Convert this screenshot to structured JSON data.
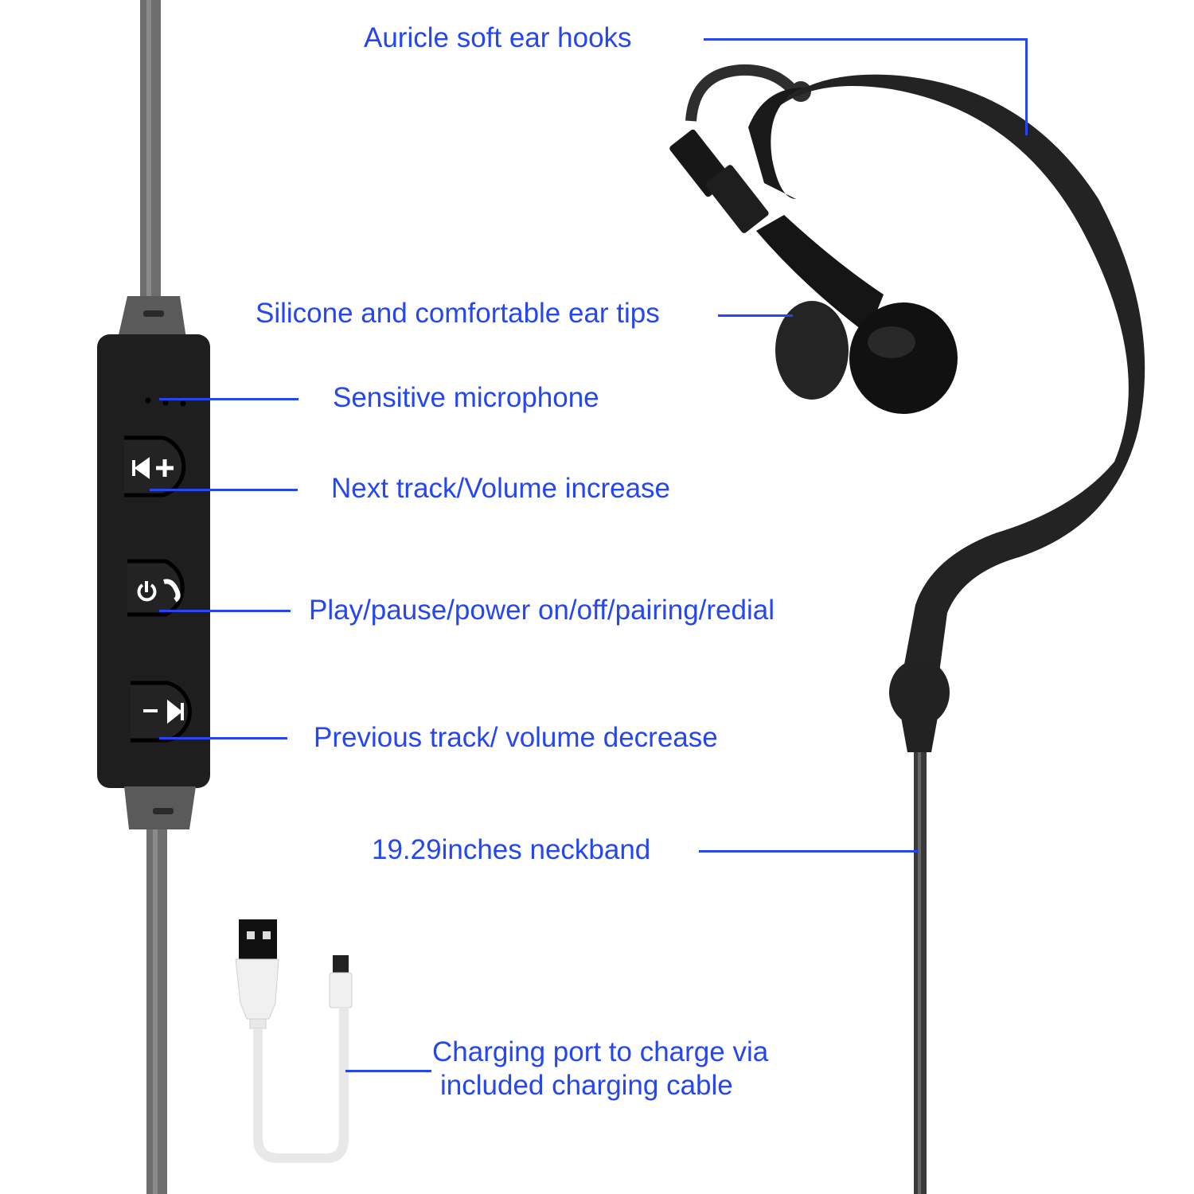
{
  "colors": {
    "label": "#2546f0",
    "device": "#1e1e1e",
    "cable": "#6e6e6e",
    "usb_cable": "#f2f2f2"
  },
  "labels": {
    "ear_hooks": "Auricle soft ear hooks",
    "ear_tips": "Silicone and comfortable ear tips",
    "microphone": "Sensitive microphone",
    "next_track": "Next track/Volume increase",
    "play_pause": "Play/pause/power on/off/pairing/redial",
    "prev_track": "Previous track/ volume decrease",
    "neckband": "19.29inches neckband",
    "charging_line1": "Charging port to charge via",
    "charging_line2": "included charging cable"
  },
  "buttons": {
    "next": {
      "icon": "next-volume-up-icon",
      "glyph": "⏮+"
    },
    "play": {
      "icon": "power-phone-icon",
      "glyph": "⏻☎"
    },
    "prev": {
      "icon": "volume-down-next-icon",
      "glyph": "−⏭"
    }
  }
}
